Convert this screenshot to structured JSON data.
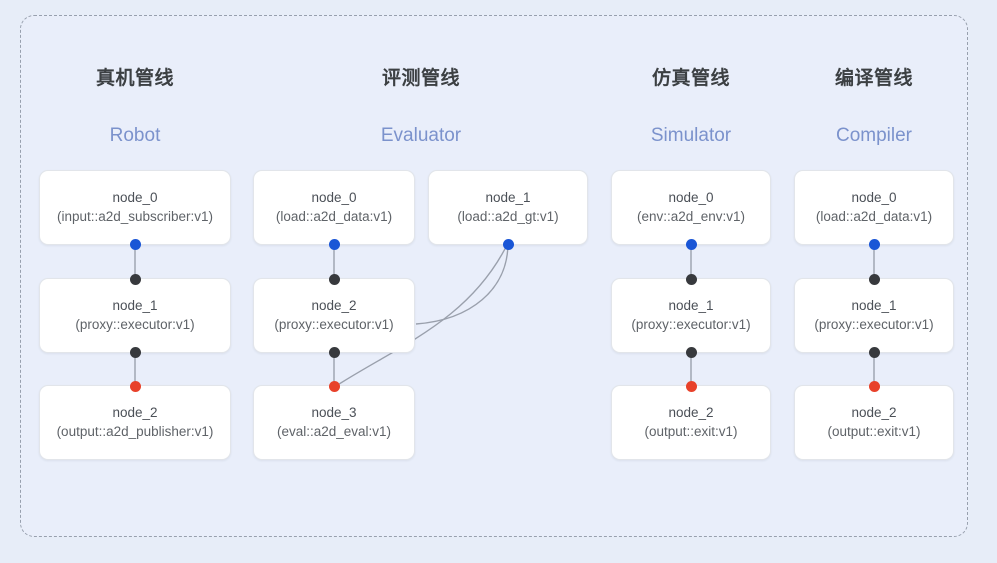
{
  "diagram": {
    "type": "pipeline-graph",
    "frame": {
      "style": "dashed",
      "border_color": "#98a0ae",
      "fill": "#e9eefa"
    },
    "palette": {
      "background": "#e7edf8",
      "node_fill": "#ffffff",
      "node_border": "#e2e5ea",
      "title_cn_color": "#3c4043",
      "title_en_color": "#7b92cc",
      "port_input": "#1a56d6",
      "port_mid": "#37393d",
      "port_output": "#e8412a",
      "edge_color": "#9aa0ac"
    },
    "columns": [
      {
        "id": "robot",
        "title_cn": "真机管线",
        "title_en": "Robot",
        "nodes": [
          {
            "id": "robot-node-0",
            "name": "node_0",
            "spec": "(input::a2d_subscriber:v1)",
            "ports": [
              "bottom-blue"
            ]
          },
          {
            "id": "robot-node-1",
            "name": "node_1",
            "spec": "(proxy::executor:v1)",
            "ports": [
              "top-black",
              "bottom-black"
            ]
          },
          {
            "id": "robot-node-2",
            "name": "node_2",
            "spec": "(output::a2d_publisher:v1)",
            "ports": [
              "top-red"
            ]
          }
        ]
      },
      {
        "id": "evaluator",
        "title_cn": "评测管线",
        "title_en": "Evaluator",
        "nodes": [
          {
            "id": "eval-node-0",
            "name": "node_0",
            "spec": "(load::a2d_data:v1)",
            "ports": [
              "bottom-blue"
            ]
          },
          {
            "id": "eval-node-1",
            "name": "node_1",
            "spec": "(load::a2d_gt:v1)",
            "ports": [
              "bottom-blue"
            ]
          },
          {
            "id": "eval-node-2",
            "name": "node_2",
            "spec": "(proxy::executor:v1)",
            "ports": [
              "top-black",
              "bottom-black"
            ]
          },
          {
            "id": "eval-node-3",
            "name": "node_3",
            "spec": "(eval::a2d_eval:v1)",
            "ports": [
              "top-red"
            ]
          }
        ]
      },
      {
        "id": "simulator",
        "title_cn": "仿真管线",
        "title_en": "Simulator",
        "nodes": [
          {
            "id": "sim-node-0",
            "name": "node_0",
            "spec": "(env::a2d_env:v1)",
            "ports": [
              "bottom-blue"
            ]
          },
          {
            "id": "sim-node-1",
            "name": "node_1",
            "spec": "(proxy::executor:v1)",
            "ports": [
              "top-black",
              "bottom-black"
            ]
          },
          {
            "id": "sim-node-2",
            "name": "node_2",
            "spec": "(output::exit:v1)",
            "ports": [
              "top-red"
            ]
          }
        ]
      },
      {
        "id": "compiler",
        "title_cn": "编译管线",
        "title_en": "Compiler",
        "nodes": [
          {
            "id": "comp-node-0",
            "name": "node_0",
            "spec": "(load::a2d_data:v1)",
            "ports": [
              "bottom-blue"
            ]
          },
          {
            "id": "comp-node-1",
            "name": "node_1",
            "spec": "(proxy::executor:v1)",
            "ports": [
              "top-black",
              "bottom-black"
            ]
          },
          {
            "id": "comp-node-2",
            "name": "node_2",
            "spec": "(output::exit:v1)",
            "ports": [
              "top-red"
            ]
          }
        ]
      }
    ],
    "edges": [
      {
        "from": "robot-node-0",
        "to": "robot-node-1",
        "shape": "straight"
      },
      {
        "from": "robot-node-1",
        "to": "robot-node-2",
        "shape": "straight"
      },
      {
        "from": "eval-node-0",
        "to": "eval-node-2",
        "shape": "straight"
      },
      {
        "from": "eval-node-2",
        "to": "eval-node-3",
        "shape": "straight"
      },
      {
        "from": "eval-node-1",
        "to": "eval-node-2",
        "shape": "curve"
      },
      {
        "from": "eval-node-1",
        "to": "eval-node-3",
        "shape": "curve"
      },
      {
        "from": "sim-node-0",
        "to": "sim-node-1",
        "shape": "straight"
      },
      {
        "from": "sim-node-1",
        "to": "sim-node-2",
        "shape": "straight"
      },
      {
        "from": "comp-node-0",
        "to": "comp-node-1",
        "shape": "straight"
      },
      {
        "from": "comp-node-1",
        "to": "comp-node-2",
        "shape": "straight"
      }
    ]
  }
}
